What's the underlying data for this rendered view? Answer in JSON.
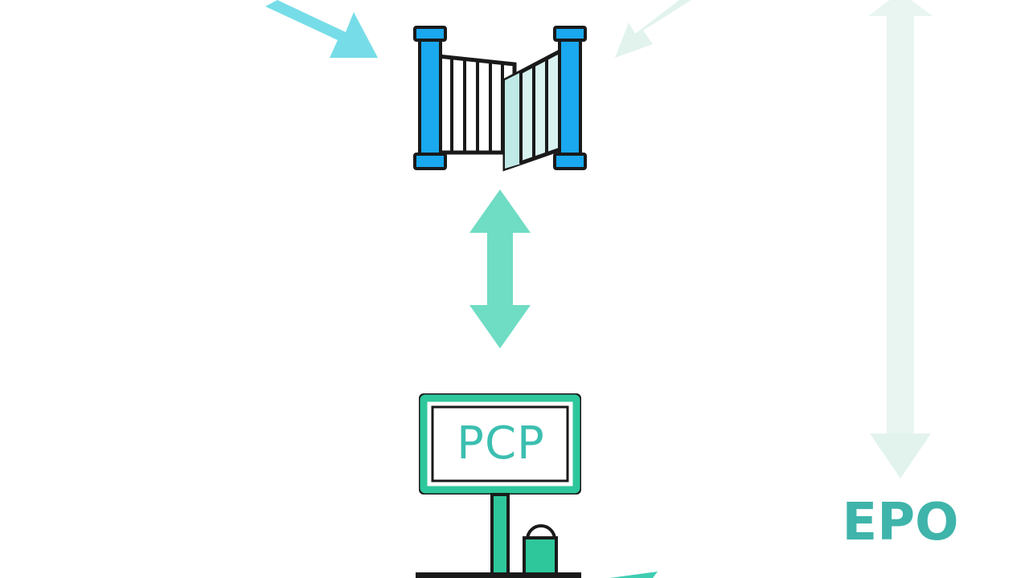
{
  "diagram": {
    "nodes": [
      {
        "id": "gate",
        "icon": "gate-icon"
      },
      {
        "id": "pcp",
        "icon": "pcp-sign-icon",
        "label": "PCP"
      },
      {
        "id": "epo",
        "label": "EPO"
      }
    ],
    "colors": {
      "gate_post": "#1aa8ee",
      "outline": "#1a1a1a",
      "arrow_cyan": "#76dde8",
      "arrow_teal": "#6fdcc4",
      "arrow_faint": "#e2f3ee",
      "pcp_frame": "#2ec79b",
      "pcp_text": "#3bbfb0",
      "epo_text": "#3fb4aa"
    }
  }
}
